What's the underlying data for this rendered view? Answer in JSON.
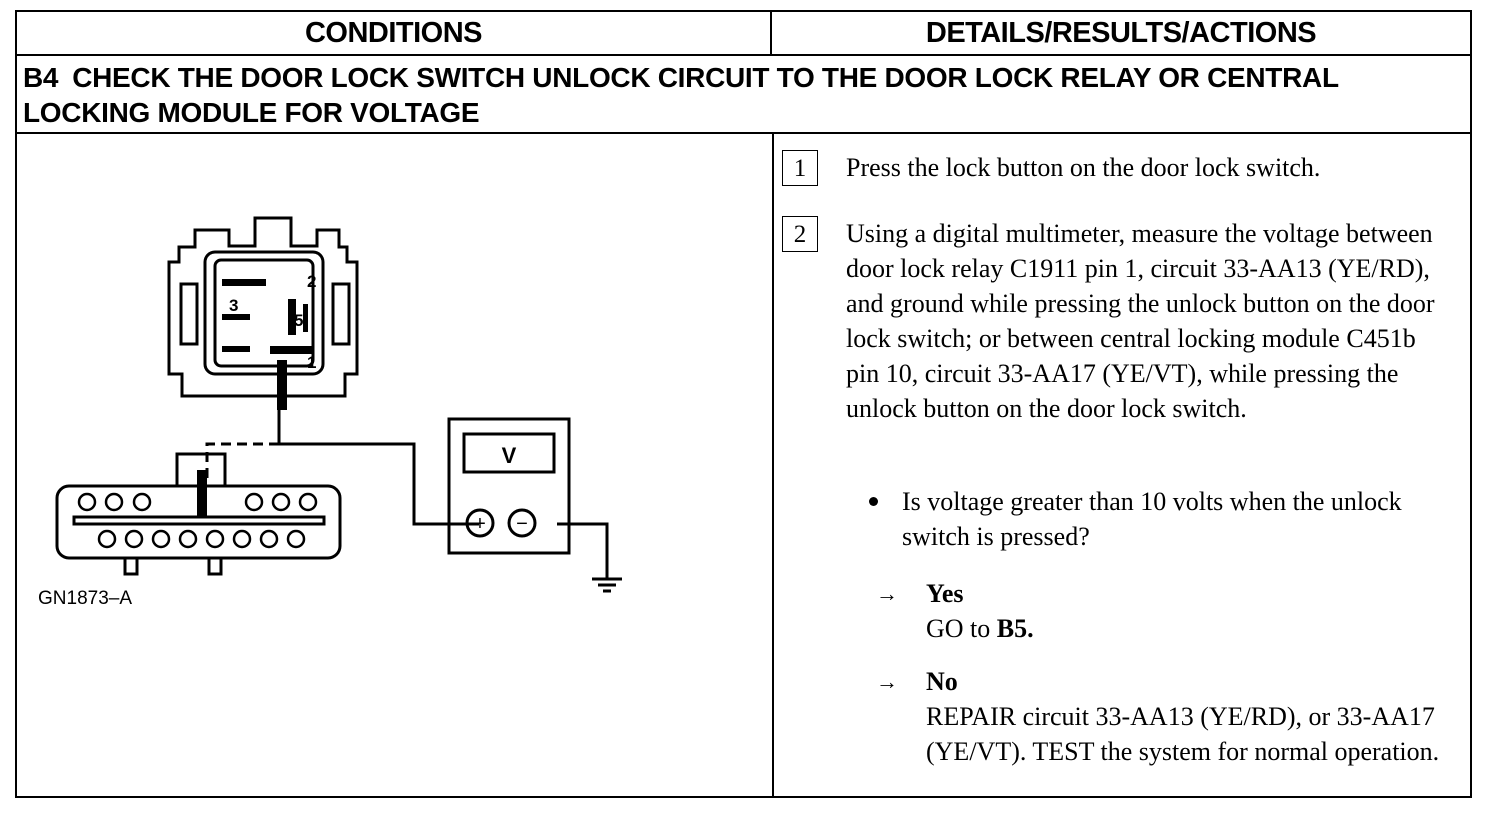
{
  "header": {
    "conditions": "CONDITIONS",
    "details": "DETAILS/RESULTS/ACTIONS"
  },
  "step": {
    "id": "B4",
    "title": "CHECK THE DOOR LOCK SWITCH UNLOCK CIRCUIT TO THE DOOR LOCK RELAY OR CENTRAL LOCKING MODULE FOR VOLTAGE"
  },
  "diagram": {
    "figure_label": "GN1873–A",
    "relay_pins": [
      "2",
      "3",
      "5",
      "1"
    ],
    "meter_label": "V",
    "meter_plus": "+",
    "meter_minus": "−"
  },
  "details": {
    "steps": [
      {
        "num": "1",
        "text": "Press the lock button on the door lock switch."
      },
      {
        "num": "2",
        "text": "Using a digital multimeter, measure the voltage between door lock relay C1911 pin 1, circuit 33-AA13 (YE/RD), and ground while pressing the unlock button on the door lock switch; or between central locking module C451b pin 10, circuit 33-AA17 (YE/VT), while pressing the unlock button on the door lock switch."
      }
    ],
    "question": "Is voltage greater than 10 volts when the unlock switch is pressed?",
    "yes": {
      "arrow": "→",
      "label": "Yes",
      "action_prefix": "GO to ",
      "action_target": "B5."
    },
    "no": {
      "arrow": "→",
      "label": "No",
      "action": "REPAIR circuit 33-AA13 (YE/RD), or 33-AA17 (YE/VT). TEST the system for normal operation."
    }
  }
}
